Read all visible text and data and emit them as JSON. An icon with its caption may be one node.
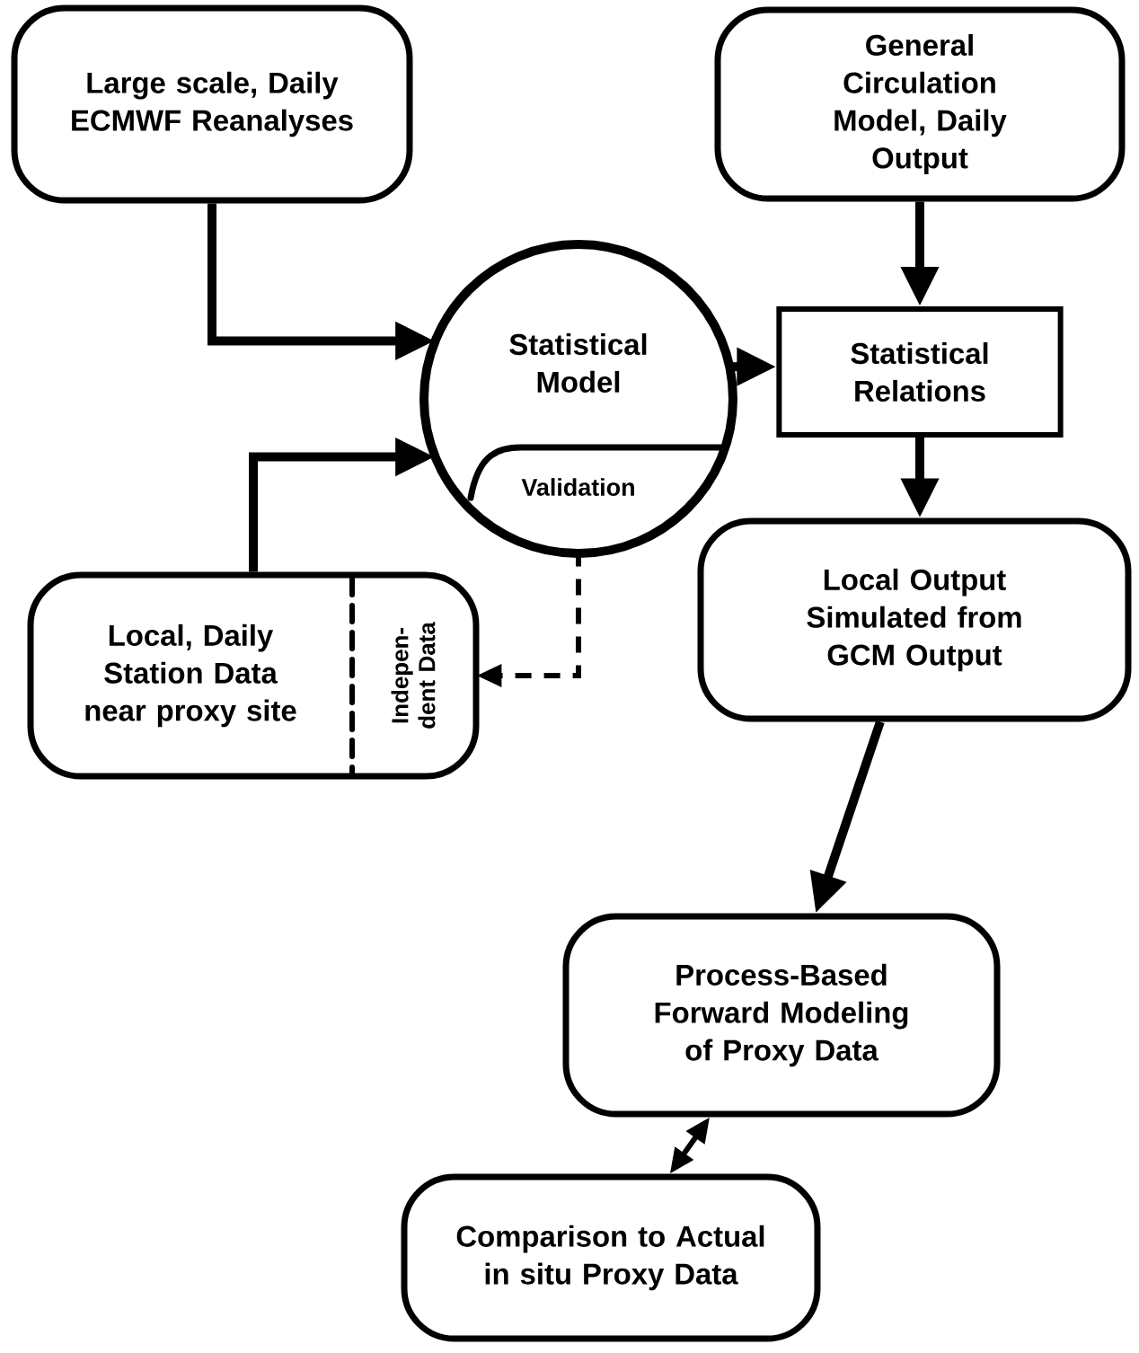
{
  "diagram": {
    "nodes": [
      {
        "text": [
          "Large scale, Daily ECMWF Reanalyses"
        ]
      },
      {
        "text": [
          "General Circulation Model, Daily Output"
        ]
      },
      {
        "text": [
          "Statistical Model"
        ]
      },
      {
        "text": [
          "Validation"
        ],
        "in": 2
      },
      {
        "text": [
          "Statistical Relations"
        ]
      },
      {
        "text": [
          "Local, Daily Station Data near proxy site"
        ]
      },
      {
        "text": [
          "Indepen- dent Data"
        ],
        "in": 5
      },
      {
        "text": [
          "Local Output Simulated from GCM Output"
        ]
      },
      {
        "text": [
          "Process-Based Forward Modeling of Proxy Data"
        ]
      },
      {
        "text": [
          "Comparison to Actual in situ Proxy Data"
        ]
      }
    ],
    "edges": [
      {
        "from": 0,
        "to": 2,
        "arrow": "to"
      },
      {
        "from": 5,
        "to": 2,
        "arrow": "to"
      },
      {
        "from": 2,
        "to": 4,
        "arrow": "to"
      },
      {
        "from": 1,
        "to": 4,
        "arrow": "to"
      },
      {
        "from": 4,
        "to": 7,
        "arrow": "to"
      },
      {
        "from": 3,
        "to": 6,
        "arrow": "to",
        "style": "dashed"
      },
      {
        "from": 7,
        "to": 8,
        "arrow": "to"
      },
      {
        "from": 8,
        "to": 9,
        "arrow": "both"
      }
    ]
  }
}
